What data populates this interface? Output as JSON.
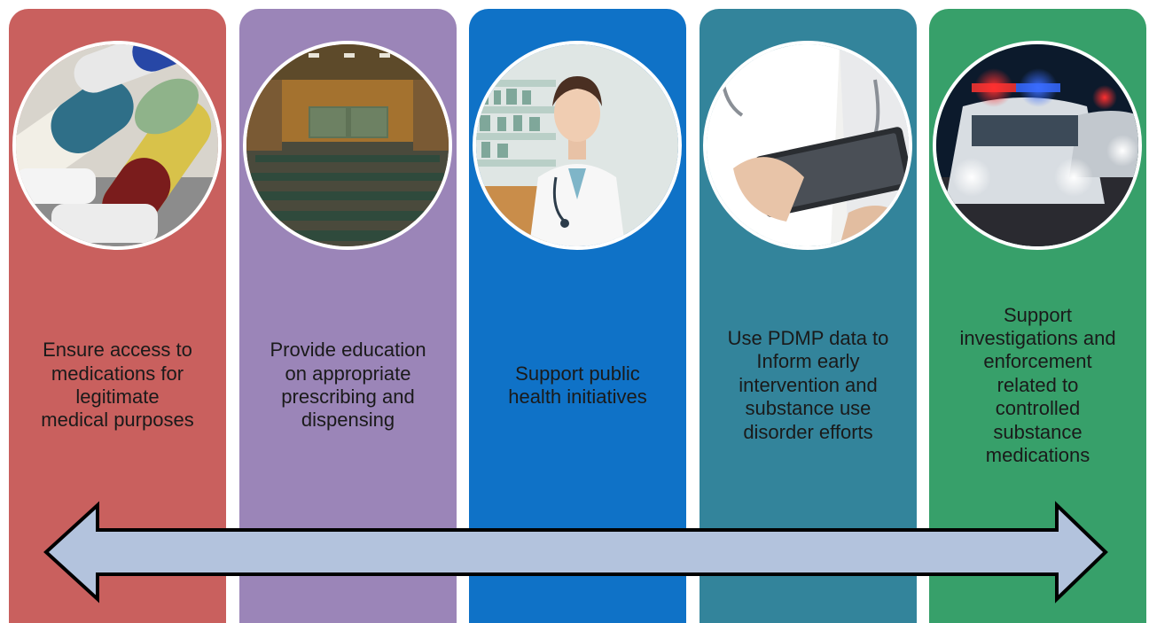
{
  "colors": {
    "panel_1": "#c9605e",
    "panel_2": "#9b85b8",
    "panel_3": "#0f72c7",
    "panel_4": "#33849b",
    "panel_5": "#37a06a",
    "arrow_fill": "#b3c3dd",
    "arrow_stroke": "#000000"
  },
  "panels": [
    {
      "image": "pills-photo",
      "lines": [
        "Ensure access to",
        "medications for",
        "legitimate",
        "medical purposes"
      ]
    },
    {
      "image": "lecture-hall-photo",
      "lines": [
        "Provide education",
        "on appropriate",
        "prescribing and",
        "dispensing"
      ]
    },
    {
      "image": "pharmacist-photo",
      "lines": [
        "Support public",
        "health initiatives"
      ]
    },
    {
      "image": "doctor-tablet-photo",
      "lines": [
        "Use PDMP data to",
        "Inform early",
        "intervention and",
        "substance use",
        "disorder efforts"
      ]
    },
    {
      "image": "police-cars-photo",
      "lines": [
        "Support",
        "investigations and",
        "enforcement",
        "related to",
        "controlled",
        "substance",
        "medications"
      ]
    }
  ],
  "arrow": {
    "type": "double-headed-arrow"
  }
}
